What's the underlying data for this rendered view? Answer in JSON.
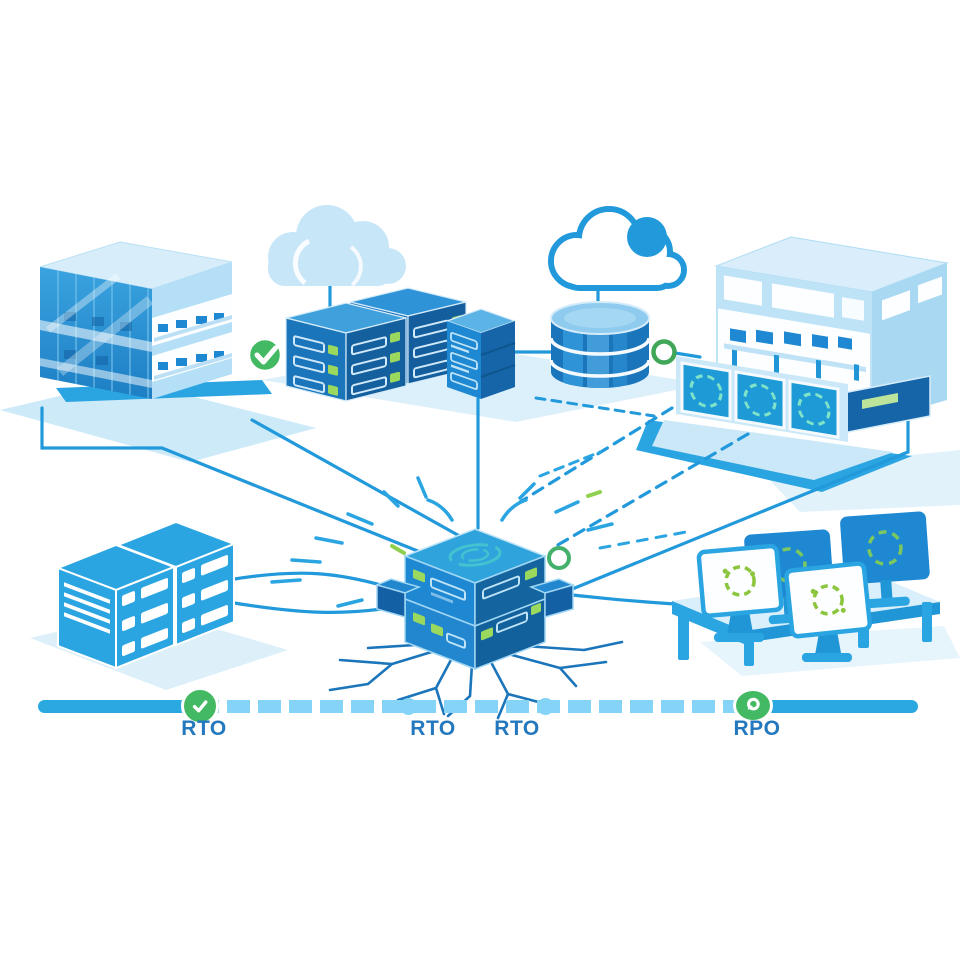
{
  "palette": {
    "primary_blue": "#29A9E0",
    "mid_blue": "#1E88D2",
    "dark_blue": "#1565A8",
    "deep_blue": "#1B75BB",
    "light_blue_fill": "#CDEAF9",
    "pale_blue_fill": "#DDF0FA",
    "cloud_fill": "#C7E6F8",
    "dash_blue": "#85D4F7",
    "marker_green": "#44B963",
    "led_green": "#9BD95E",
    "icon_green": "#8CC63F",
    "teal": "#43C3CF",
    "label_blue": "#2478BE"
  },
  "timeline": {
    "labels": [
      {
        "id": "rto-1",
        "text": "RTO"
      },
      {
        "id": "rto-2",
        "text": "RTO"
      },
      {
        "id": "rto-3",
        "text": "RTO"
      },
      {
        "id": "rpo",
        "text": "RPO"
      }
    ],
    "markers": [
      {
        "id": "rto-start",
        "icon": "checkmark-icon",
        "color": "#44B963"
      },
      {
        "id": "rpo-point",
        "icon": "refresh-icon",
        "color": "#44B963"
      }
    ]
  },
  "icons": {
    "left_building_badge": "checkmark-icon",
    "database_status": "status-ring-icon",
    "failed_node_status": "status-ring-icon",
    "building_panels": "sync-circle-icon",
    "workstation_screens": "sync-circle-icon",
    "failed_node_top": "swirl-icon"
  }
}
